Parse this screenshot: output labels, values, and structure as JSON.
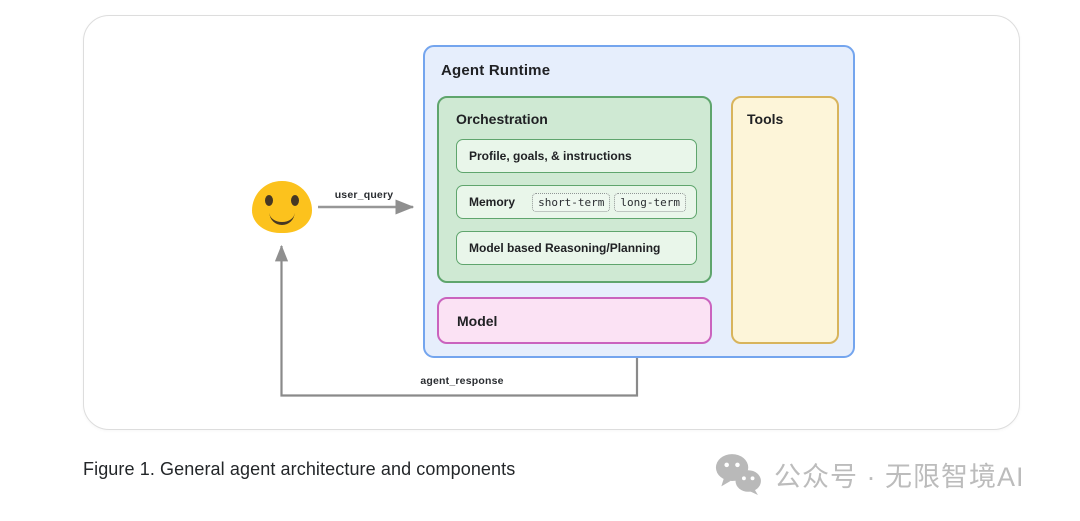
{
  "figure": {
    "caption": "Figure 1. General agent architecture and components"
  },
  "diagram": {
    "agent_runtime": {
      "title": "Agent Runtime"
    },
    "orchestration": {
      "title": "Orchestration",
      "items": [
        {
          "label": "Profile, goals, & instructions"
        },
        {
          "label": "Memory",
          "chips": [
            "short-term",
            "long-term"
          ]
        },
        {
          "label": "Model based Reasoning/Planning"
        }
      ]
    },
    "model": {
      "title": "Model"
    },
    "tools": {
      "title": "Tools"
    },
    "user": {
      "icon": "smiley-blob-emoji"
    },
    "arrows": [
      {
        "label": "user_query",
        "from": "user",
        "to": "agent-runtime"
      },
      {
        "label": "agent_response",
        "from": "agent-runtime",
        "to": "user"
      }
    ]
  },
  "watermark": {
    "icon": "wechat-icon",
    "text": "公众号 · 无限智境AI"
  },
  "colors": {
    "card_border": "#dddddd",
    "runtime_fill": "#e6eefc",
    "runtime_border": "#74a5ee",
    "orch_fill": "#cfe9d3",
    "green_border": "#5fa56d",
    "item_fill": "#e9f6ea",
    "model_fill": "#fbe2f4",
    "model_border": "#ca63be",
    "tools_fill": "#fdf5d9",
    "tools_border": "#d8b45c",
    "arrow": "#8f8f8f",
    "emoji": "#fcc21d",
    "watermark": "#bcbcbc",
    "text": "#202124"
  }
}
